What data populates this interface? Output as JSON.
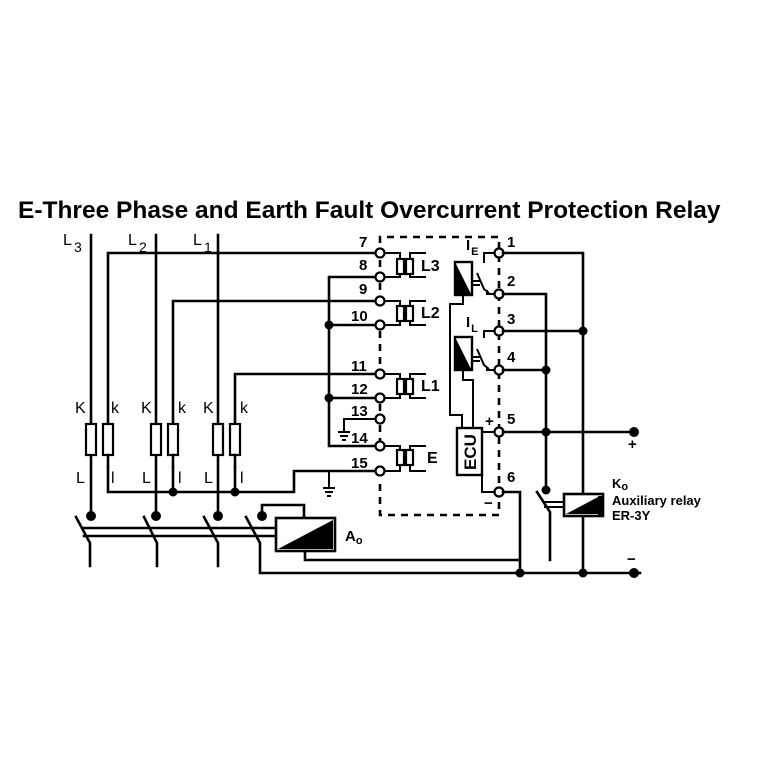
{
  "title": "E-Three Phase and Earth Fault Overcurrent Protection Relay",
  "phases": [
    {
      "name": "L",
      "sub": "3"
    },
    {
      "name": "L",
      "sub": "2"
    },
    {
      "name": "L",
      "sub": "1"
    }
  ],
  "ct_labels": {
    "primary_top": "K",
    "secondary_top": "k",
    "primary_bottom": "L",
    "secondary_bottom": "l"
  },
  "input_terminals": [
    "7",
    "8",
    "9",
    "10",
    "11",
    "12",
    "13",
    "14",
    "15"
  ],
  "input_coils": [
    "L3",
    "L2",
    "L1",
    "E"
  ],
  "output_terminals": [
    "1",
    "2",
    "3",
    "4",
    "5",
    "6"
  ],
  "element_labels": {
    "earth_fault": {
      "name": "I",
      "sub": "E"
    },
    "overcurrent": {
      "name": "I",
      "sub": "L"
    },
    "ecu": "ECU",
    "plus": "+",
    "minus": "−"
  },
  "shunt_trip": {
    "name": "A",
    "sub": "o"
  },
  "aux_relay": {
    "name": "K",
    "sub": "o",
    "line1": "Auxiliary relay",
    "line2": "ER-3Y"
  },
  "supply": {
    "plus": "+",
    "minus": "−"
  }
}
